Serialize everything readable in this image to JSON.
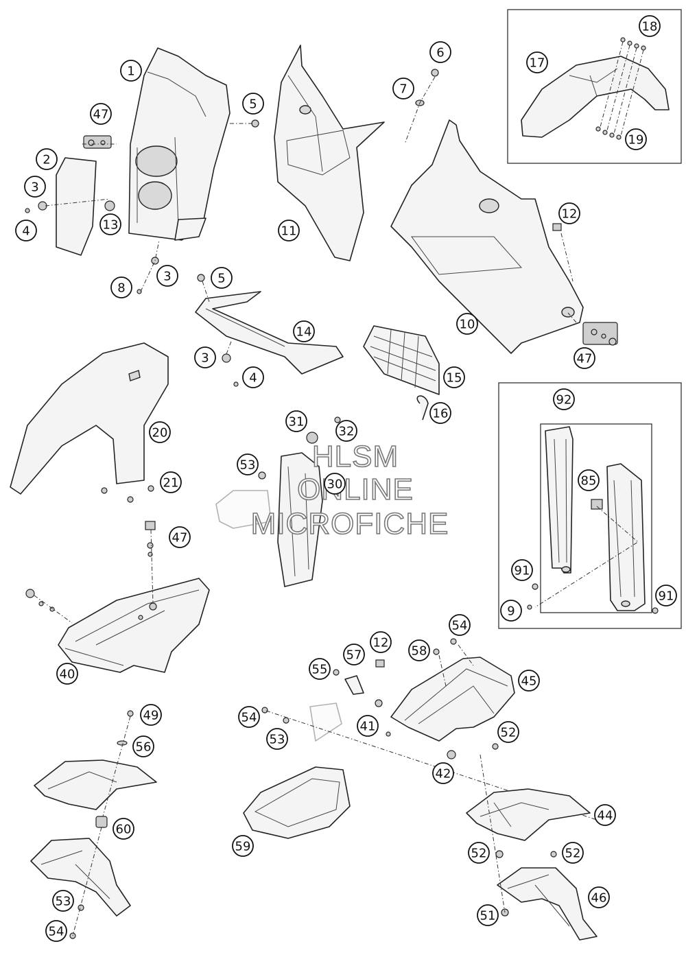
{
  "watermark": {
    "line1": "HLSM",
    "line2": "ONLINE",
    "line3": "MICROFICHE"
  },
  "callouts": [
    "1",
    "2",
    "3",
    "4",
    "47",
    "13",
    "3",
    "8",
    "5",
    "11",
    "6",
    "7",
    "10",
    "12",
    "47",
    "17",
    "18",
    "19",
    "5",
    "14",
    "3",
    "4",
    "15",
    "16",
    "20",
    "21",
    "31",
    "32",
    "53",
    "30",
    "92",
    "85",
    "91",
    "9",
    "91",
    "47",
    "40",
    "12",
    "57",
    "58",
    "54",
    "45",
    "55",
    "54",
    "53",
    "41",
    "52",
    "42",
    "49",
    "56",
    "60",
    "53",
    "54",
    "59",
    "44",
    "52",
    "52",
    "46",
    "51"
  ]
}
